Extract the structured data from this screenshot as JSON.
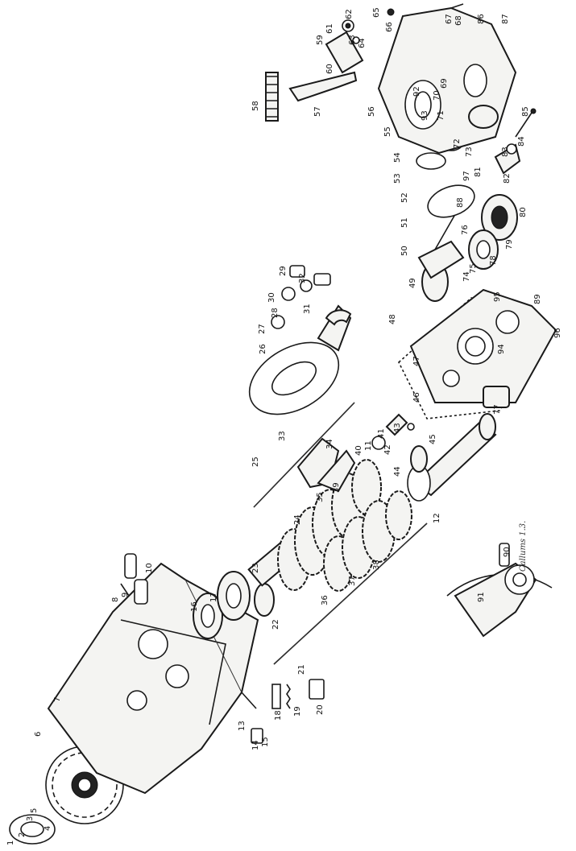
{
  "figure": {
    "signature": "Callums 1.3.",
    "labels": [
      "1",
      "2",
      "3",
      "4",
      "5",
      "6",
      "7",
      "8",
      "9",
      "10",
      "11",
      "12",
      "13",
      "14",
      "15",
      "16",
      "17",
      "18",
      "19",
      "20",
      "21",
      "22",
      "23",
      "24",
      "25",
      "26",
      "27",
      "28",
      "29",
      "30",
      "31",
      "32",
      "33",
      "34",
      "35",
      "36",
      "37",
      "38",
      "39",
      "40",
      "41",
      "42",
      "43",
      "44",
      "45",
      "46",
      "47",
      "48",
      "49",
      "50",
      "51",
      "52",
      "53",
      "54",
      "55",
      "56",
      "57",
      "58",
      "59",
      "60",
      "61",
      "62",
      "63",
      "64",
      "65",
      "66",
      "67",
      "68",
      "69",
      "70",
      "71",
      "72",
      "73",
      "74",
      "75",
      "76",
      "77",
      "78",
      "79",
      "80",
      "81",
      "82",
      "83",
      "84",
      "85",
      "86",
      "87",
      "88",
      "89",
      "90",
      "91",
      "92",
      "93",
      "94",
      "95",
      "96",
      "97"
    ]
  }
}
